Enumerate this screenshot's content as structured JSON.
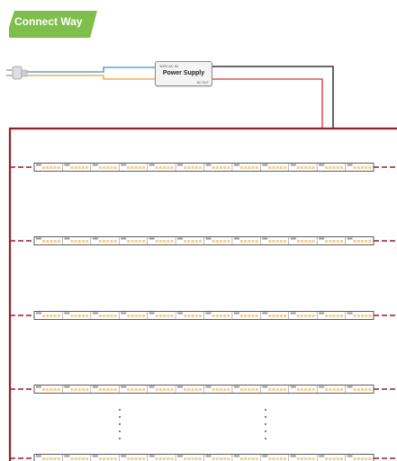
{
  "banner": {
    "label": "Connect Way",
    "color": "#7dbf4a"
  },
  "power_supply": {
    "label": "Power Supply",
    "spec_text": "100V AC IN",
    "out_text": "DC OUT"
  },
  "colors": {
    "ac_wire_1": "#3a8fd8",
    "ac_wire_2": "#f0a020",
    "dc_negative": "#111111",
    "dc_positive": "#e03030",
    "frame": "#9a1c28",
    "strip_led": "#f2cf92",
    "strip_outline": "#333333"
  },
  "strip_rows": 5,
  "segments_per_strip": 12,
  "continuation_marker": "⋮"
}
